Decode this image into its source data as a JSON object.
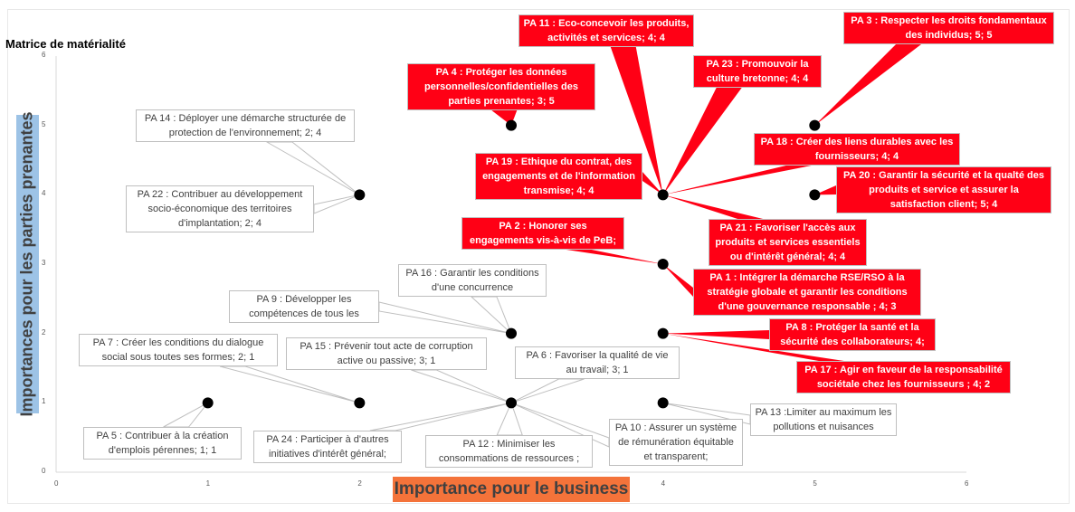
{
  "chart_data": {
    "type": "scatter",
    "title": "Matrice de matérialité",
    "xlabel": "Importance pour le business",
    "ylabel": "Importances pour les parties prenantes",
    "xlim": [
      0,
      6
    ],
    "ylim": [
      0,
      6
    ],
    "x_ticks": [
      "0",
      "1",
      "2",
      "3",
      "4",
      "5",
      "6"
    ],
    "y_ticks": [
      "0",
      "1",
      "2",
      "3",
      "4",
      "5",
      "6"
    ],
    "x_tick_labels_visible": [
      "0",
      "1",
      "2",
      "4",
      "5",
      "6"
    ],
    "grid": false,
    "colors": {
      "priority_callout": "#ff0015",
      "normal_callout": "#ffffff",
      "point": "#000000",
      "xlabel_bg": "#f4733a",
      "ylabel_bg": "#9dc3e6"
    },
    "points": [
      {
        "id": "PA 1",
        "x": 4,
        "y": 3,
        "priority": true,
        "label": "PA 1 : Intégrer la démarche RSE/RSO à la stratégie globale et garantir les conditions d'une gouvernance responsable ; 4; 3"
      },
      {
        "id": "PA 2",
        "x": 4,
        "y": 3,
        "priority": true,
        "label": "PA 2 : Honorer ses engagements vis-à-vis de PeB;"
      },
      {
        "id": "PA 3",
        "x": 5,
        "y": 5,
        "priority": true,
        "label": "PA 3 : Respecter les droits fondamentaux des individus; 5; 5"
      },
      {
        "id": "PA 4",
        "x": 3,
        "y": 5,
        "priority": true,
        "label": "PA 4 : Protéger les données personnelles/confidentielles des parties prenantes; 3; 5"
      },
      {
        "id": "PA 5",
        "x": 1,
        "y": 1,
        "priority": false,
        "label": "PA 5 : Contribuer à la création d'emplois pérennes; 1; 1"
      },
      {
        "id": "PA 6",
        "x": 3,
        "y": 1,
        "priority": false,
        "label": "PA 6 : Favoriser la qualité de vie au travail; 3; 1"
      },
      {
        "id": "PA 7",
        "x": 2,
        "y": 1,
        "priority": false,
        "label": "PA 7 : Créer les conditions du dialogue social sous toutes ses formes; 2; 1"
      },
      {
        "id": "PA 8",
        "x": 4,
        "y": 2,
        "priority": true,
        "label": "PA 8 : Protéger la santé et la sécurité des collaborateurs; 4;"
      },
      {
        "id": "PA 9",
        "x": 3,
        "y": 2,
        "priority": false,
        "label": "PA 9 : Développer les compétences de tous les"
      },
      {
        "id": "PA 10",
        "x": 3,
        "y": 1,
        "priority": false,
        "label": "PA 10 : Assurer un système de rémunération équitable et transparent;"
      },
      {
        "id": "PA 11",
        "x": 4,
        "y": 4,
        "priority": true,
        "label": "PA 11 : Eco-concevoir les produits, activités et services; 4; 4"
      },
      {
        "id": "PA 12",
        "x": 3,
        "y": 1,
        "priority": false,
        "label": "PA 12 : Minimiser les consommations de ressources ;"
      },
      {
        "id": "PA 13",
        "x": 4,
        "y": 1,
        "priority": false,
        "label": "PA 13 :Limiter au maximum les pollutions et nuisances"
      },
      {
        "id": "PA 14",
        "x": 2,
        "y": 4,
        "priority": false,
        "label": "PA 14 :  Déployer une démarche structurée de protection de l'environnement; 2; 4"
      },
      {
        "id": "PA 15",
        "x": 3,
        "y": 1,
        "priority": false,
        "label": "PA 15 :  Prévenir tout acte de corruption active ou passive; 3; 1"
      },
      {
        "id": "PA 16",
        "x": 3,
        "y": 2,
        "priority": false,
        "label": "PA 16 :  Garantir les conditions d'une concurrence"
      },
      {
        "id": "PA 17",
        "x": 4,
        "y": 2,
        "priority": true,
        "label": "PA 17 : Agir en faveur de la responsabilité sociétale chez  les fournisseurs ; 4; 2"
      },
      {
        "id": "PA 18",
        "x": 4,
        "y": 4,
        "priority": true,
        "label": "PA 18 : Créer des liens durables avec les fournisseurs; 4; 4"
      },
      {
        "id": "PA 19",
        "x": 4,
        "y": 4,
        "priority": true,
        "label": "PA 19 : Ethique du contrat, des engagements et de l'information transmise; 4; 4"
      },
      {
        "id": "PA 20",
        "x": 5,
        "y": 4,
        "priority": true,
        "label": "PA 20 : Garantir la sécurité et la qualté des produits et service et assurer la satisfaction client; 5; 4"
      },
      {
        "id": "PA 21",
        "x": 4,
        "y": 4,
        "priority": true,
        "label": "PA 21 : Favoriser l'accès aux produits et services essentiels ou d'intérêt général; 4; 4"
      },
      {
        "id": "PA 22",
        "x": 2,
        "y": 4,
        "priority": false,
        "label": "PA 22 : Contribuer au développement socio-économique des territoires d'implantation; 2; 4"
      },
      {
        "id": "PA 23",
        "x": 4,
        "y": 4,
        "priority": true,
        "label": "PA 23 : Promouvoir la culture bretonne; 4; 4"
      },
      {
        "id": "PA 24",
        "x": 3,
        "y": 1,
        "priority": false,
        "label": "PA 24 :  Participer à d'autres initiatives d'intérêt général;"
      }
    ]
  }
}
